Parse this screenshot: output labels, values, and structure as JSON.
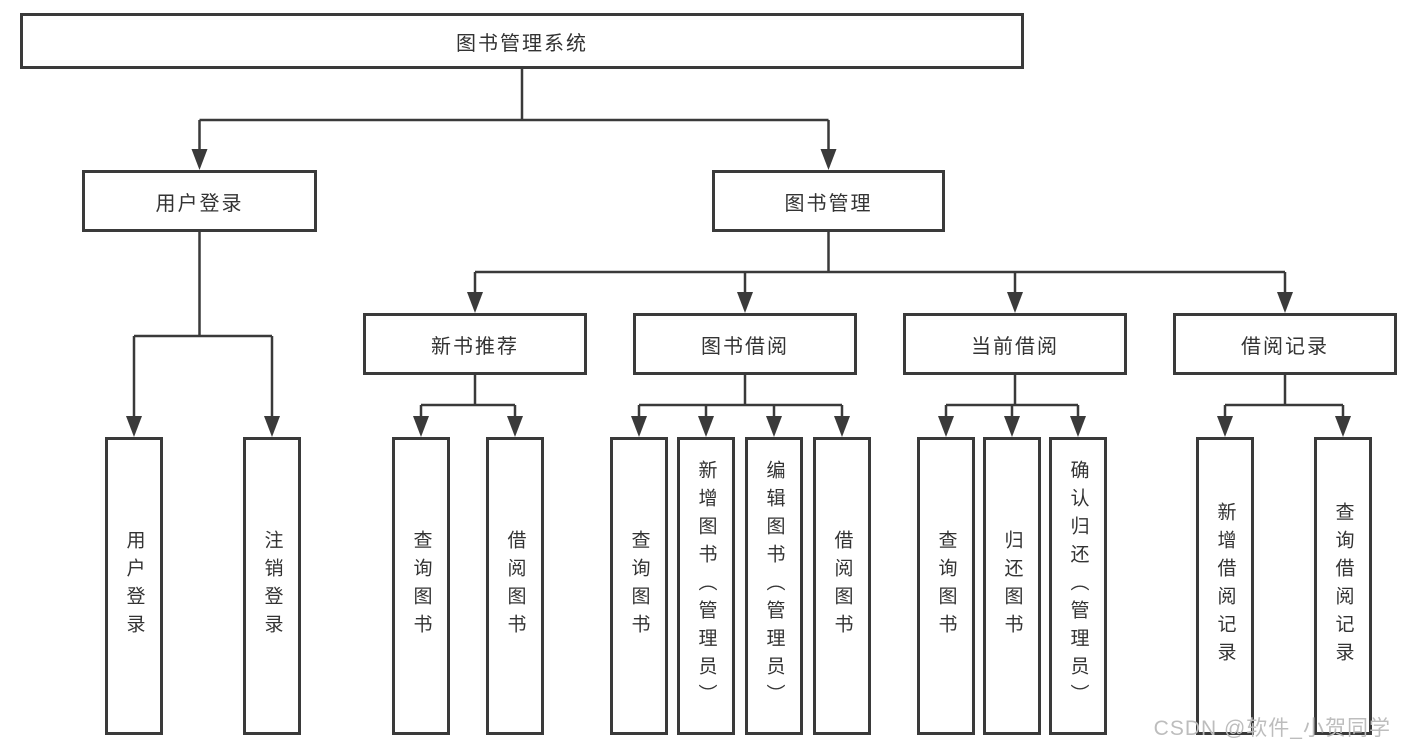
{
  "diagram": {
    "root": {
      "label": "图书管理系统"
    },
    "branches": [
      {
        "label": "用户登录",
        "children": [
          {
            "label": "用户登录"
          },
          {
            "label": "注销登录"
          }
        ]
      },
      {
        "label": "图书管理",
        "children": [
          {
            "label": "新书推荐",
            "children": [
              {
                "label": "查询图书"
              },
              {
                "label": "借阅图书"
              }
            ]
          },
          {
            "label": "图书借阅",
            "children": [
              {
                "label": "查询图书"
              },
              {
                "label": "新增图书（管理员）"
              },
              {
                "label": "编辑图书（管理员）"
              },
              {
                "label": "借阅图书"
              }
            ]
          },
          {
            "label": "当前借阅",
            "children": [
              {
                "label": "查询图书"
              },
              {
                "label": "归还图书"
              },
              {
                "label": "确认归还（管理员）"
              }
            ]
          },
          {
            "label": "借阅记录",
            "children": [
              {
                "label": "新增借阅记录"
              },
              {
                "label": "查询借阅记录"
              }
            ]
          }
        ]
      }
    ],
    "line_color": "#3a3a3a",
    "text_color": "#333333"
  },
  "watermark": "CSDN @软件_小贺同学"
}
